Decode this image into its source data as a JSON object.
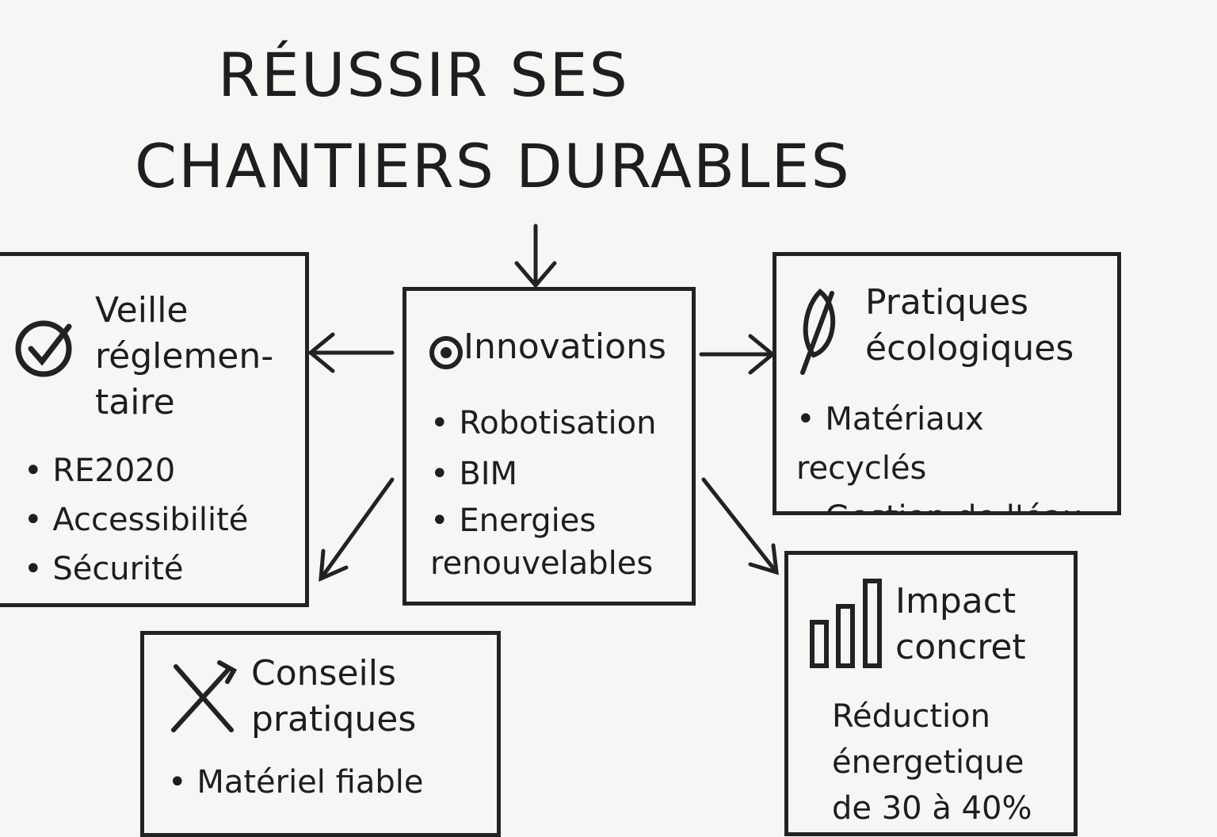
{
  "title": {
    "line1": "RÉUSSIR SES",
    "line2": "CHANTIERS DURABLES"
  },
  "boxes": {
    "veille": {
      "heading": "Veille réglemen- taire",
      "items": [
        "RE2020",
        "Accessibilité",
        "Sécurité"
      ],
      "icon": "check-circle-icon"
    },
    "innovations": {
      "heading": "Innovations",
      "items": [
        "Robotisation",
        "BIM",
        "Energies renouvelables"
      ],
      "icon": "lightbulb-icon"
    },
    "pratiques": {
      "heading": "Pratiques écologiques",
      "items": [
        "Matériaux recyclés",
        "Gestion de l'éau"
      ],
      "icon": "leaf-icon"
    },
    "conseils": {
      "heading": "Conseils pratiques",
      "items": [
        "Matériel fiable"
      ],
      "icon": "tools-icon"
    },
    "impact": {
      "heading": "Impact concret",
      "text": "Réduction énergetique de 30 à 40%",
      "icon": "bar-chart-icon"
    }
  }
}
